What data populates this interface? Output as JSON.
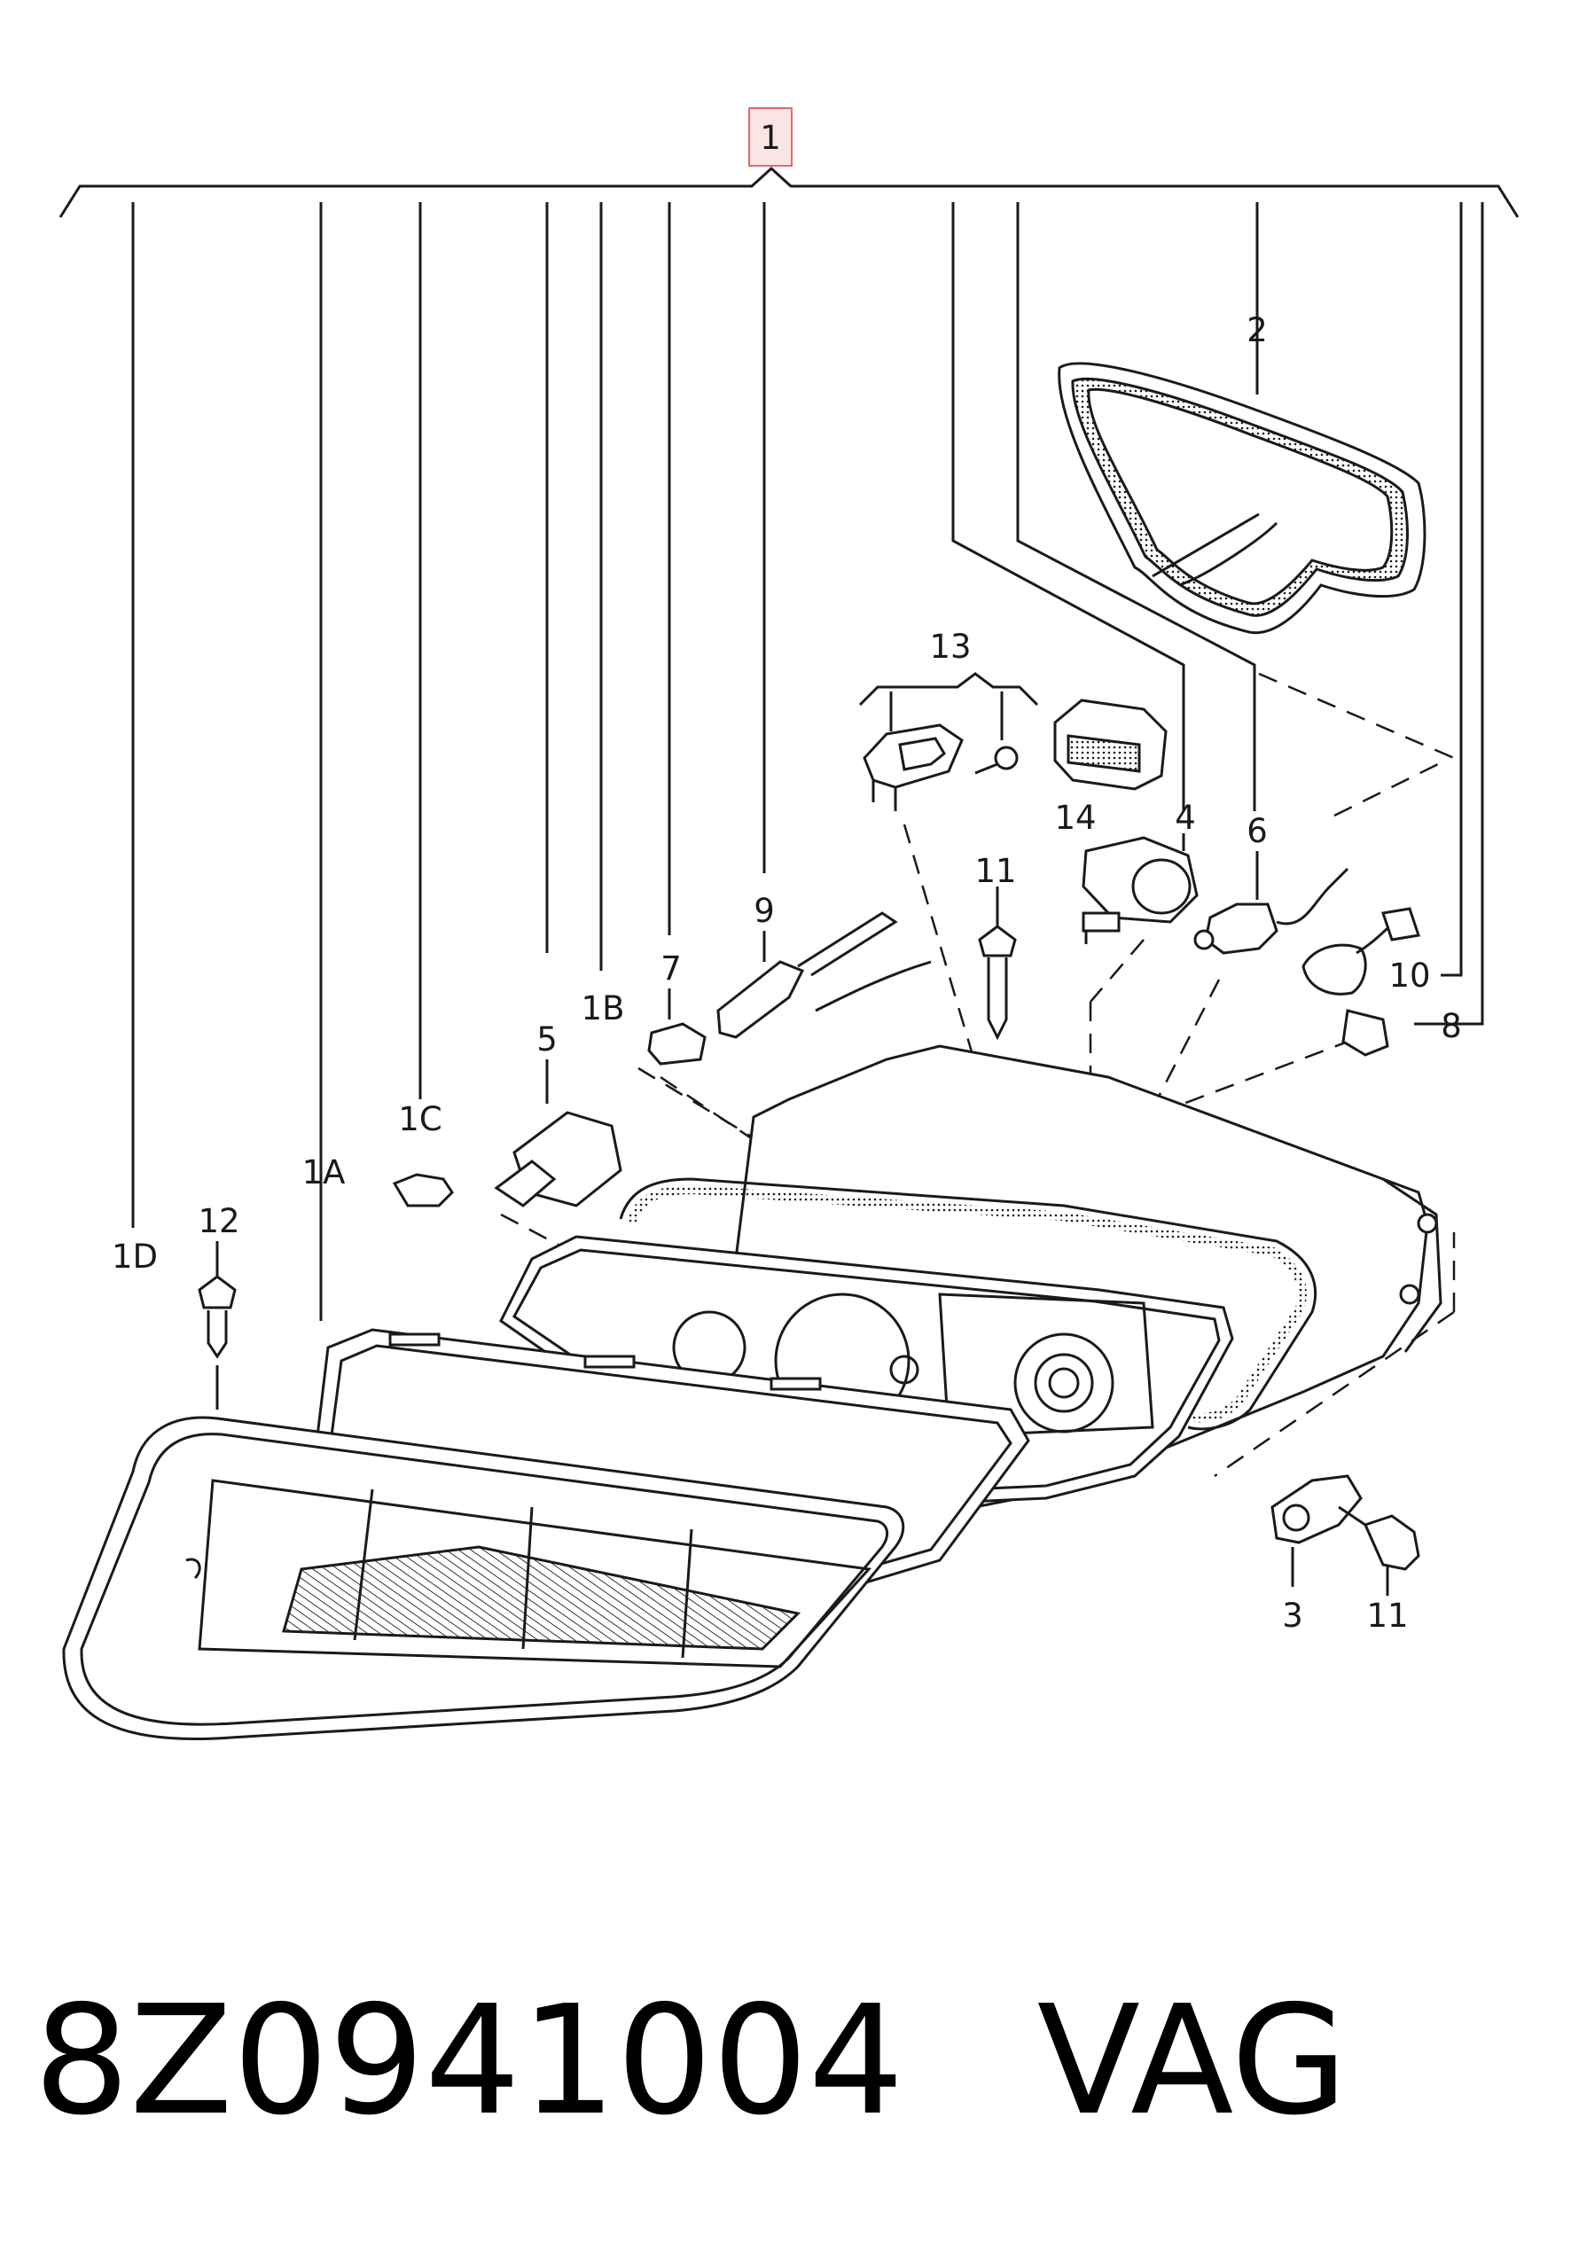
{
  "callouts": {
    "c1": "1",
    "c1A": "1A",
    "c1B": "1B",
    "c1C": "1C",
    "c1D": "1D",
    "c2": "2",
    "c3": "3",
    "c4": "4",
    "c5": "5",
    "c6": "6",
    "c7": "7",
    "c8": "8",
    "c9": "9",
    "c10": "10",
    "c11a": "11",
    "c11b": "11",
    "c12": "12",
    "c13": "13",
    "c14": "14"
  },
  "footer": {
    "part_number": "8Z0941004",
    "brand": "VAG"
  },
  "colors": {
    "line": "#1a1a1a",
    "highlight": "#e06a6a",
    "highlight_fill": "#fbe4e4",
    "hatch": "#333333"
  }
}
